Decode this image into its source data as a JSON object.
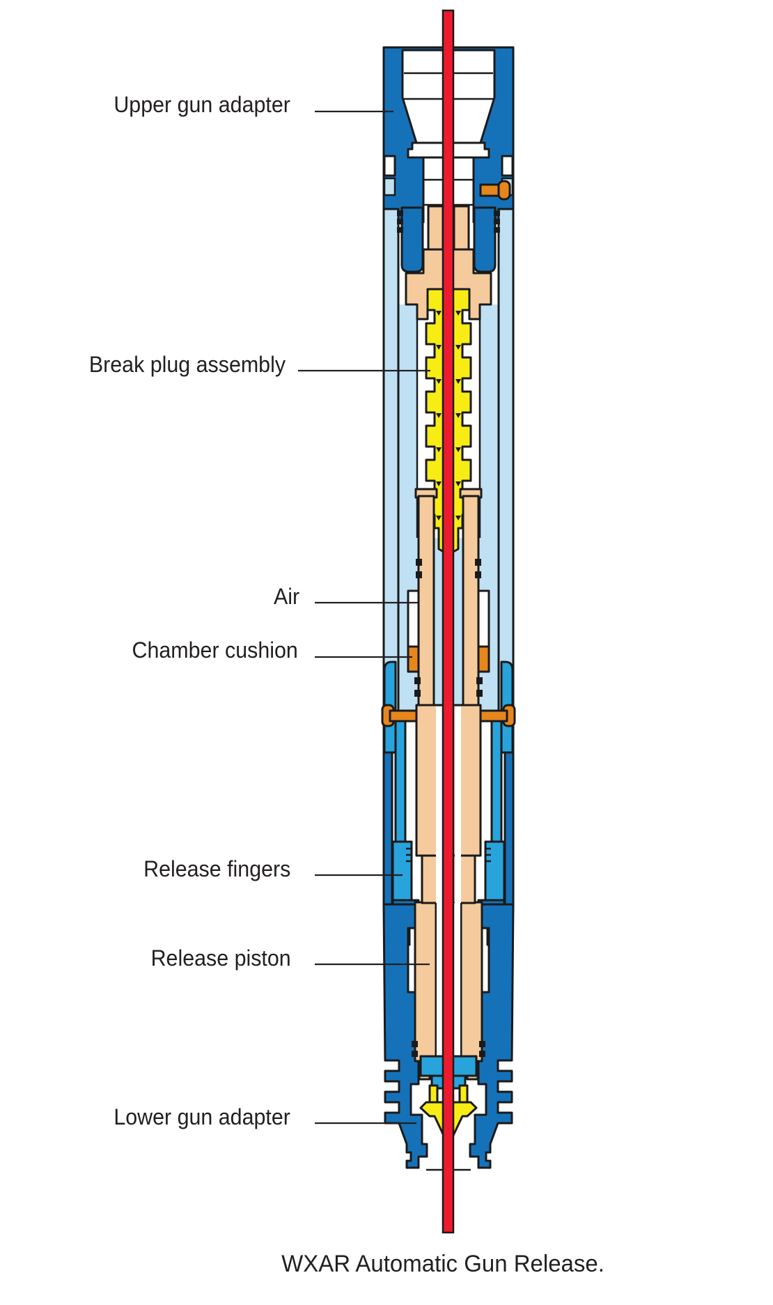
{
  "diagram": {
    "labels": [
      {
        "id": "upper-gun-adapter",
        "text": "Upper gun adapter"
      },
      {
        "id": "break-plug-assembly",
        "text": "Break plug assembly"
      },
      {
        "id": "air",
        "text": "Air"
      },
      {
        "id": "chamber-cushion",
        "text": "Chamber cushion"
      },
      {
        "id": "release-fingers",
        "text": "Release fingers"
      },
      {
        "id": "release-piston",
        "text": "Release piston"
      },
      {
        "id": "lower-gun-adapter",
        "text": "Lower gun adapter"
      }
    ],
    "caption": "WXAR Automatic Gun Release."
  },
  "colors": {
    "body-blue": "#1572b9",
    "light-blue": "#c0e1f4",
    "cyan": "#29a3dc",
    "red": "#ed1b2e",
    "yellow": "#f8ec15",
    "tan": "#f5cb9d",
    "orange": "#e6861c",
    "outline": "#1a1a1a",
    "text": "#231f20",
    "background": "#ffffff"
  }
}
